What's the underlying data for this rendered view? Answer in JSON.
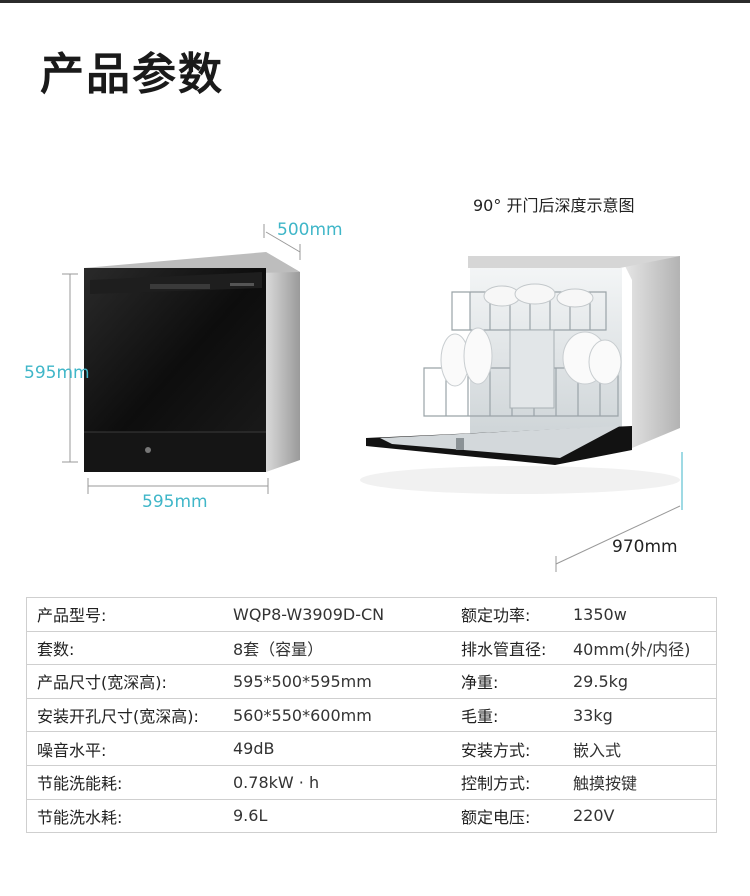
{
  "header": {
    "title": "产品参数"
  },
  "figure": {
    "caption": "90° 开门后深度示意图",
    "dims": {
      "depth": "500mm",
      "height": "595mm",
      "width": "595mm",
      "open_depth": "970mm"
    }
  },
  "specs": {
    "rows": [
      {
        "label1": "产品型号:",
        "value1": "WQP8-W3909D-CN",
        "label2": "额定功率:",
        "value2": "1350w"
      },
      {
        "label1": "套数:",
        "value1": "8套（容量）",
        "label2": "排水管直径:",
        "value2": "40mm(外/内径)"
      },
      {
        "label1": "产品尺寸(宽深高):",
        "value1": "595*500*595mm",
        "label2": "净重:",
        "value2": "29.5kg"
      },
      {
        "label1": "安装开孔尺寸(宽深高):",
        "value1": "560*550*600mm",
        "label2": "毛重:",
        "value2": "33kg"
      },
      {
        "label1": "噪音水平:",
        "value1": "49dB",
        "label2": "安装方式:",
        "value2": "嵌入式"
      },
      {
        "label1": "节能洗能耗:",
        "value1": "0.78kW · h",
        "label2": "控制方式:",
        "value2": "触摸按键"
      },
      {
        "label1": "节能洗水耗:",
        "value1": "9.6L",
        "label2": "额定电压:",
        "value2": "220V"
      }
    ]
  },
  "colors": {
    "accent": "#3fb6c8",
    "appliance": "#111111",
    "steel": "#c9c9c9"
  }
}
